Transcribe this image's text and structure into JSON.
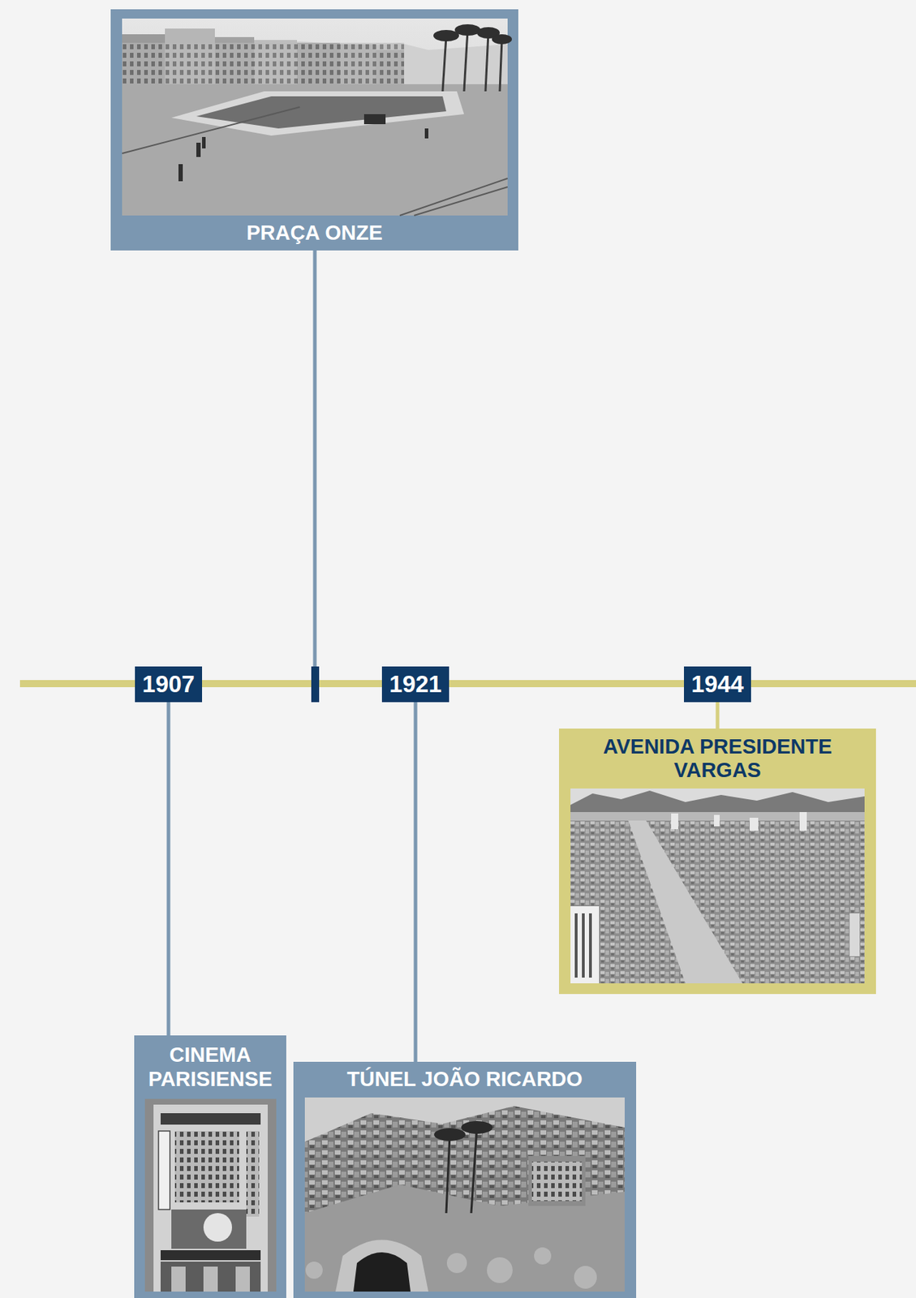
{
  "diagram": {
    "nodes": [
      {
        "text": [
          "PRAÇA ONZE"
        ]
      },
      {
        "text": [
          "1907"
        ]
      },
      {
        "text": [
          "1921"
        ]
      },
      {
        "text": [
          "1944"
        ]
      },
      {
        "text": [
          "AVENIDA PRESIDENTE VARGAS"
        ]
      },
      {
        "text": [
          "CINEMA PARISIENSE"
        ]
      },
      {
        "text": [
          "TÚNEL JOÃO RICARDO"
        ]
      }
    ],
    "edges": [
      {
        "from": 1,
        "to": 5,
        "arrow": "none"
      },
      {
        "from": 2,
        "to": 6,
        "arrow": "none"
      },
      {
        "from": 3,
        "to": 4,
        "arrow": "none"
      }
    ]
  }
}
